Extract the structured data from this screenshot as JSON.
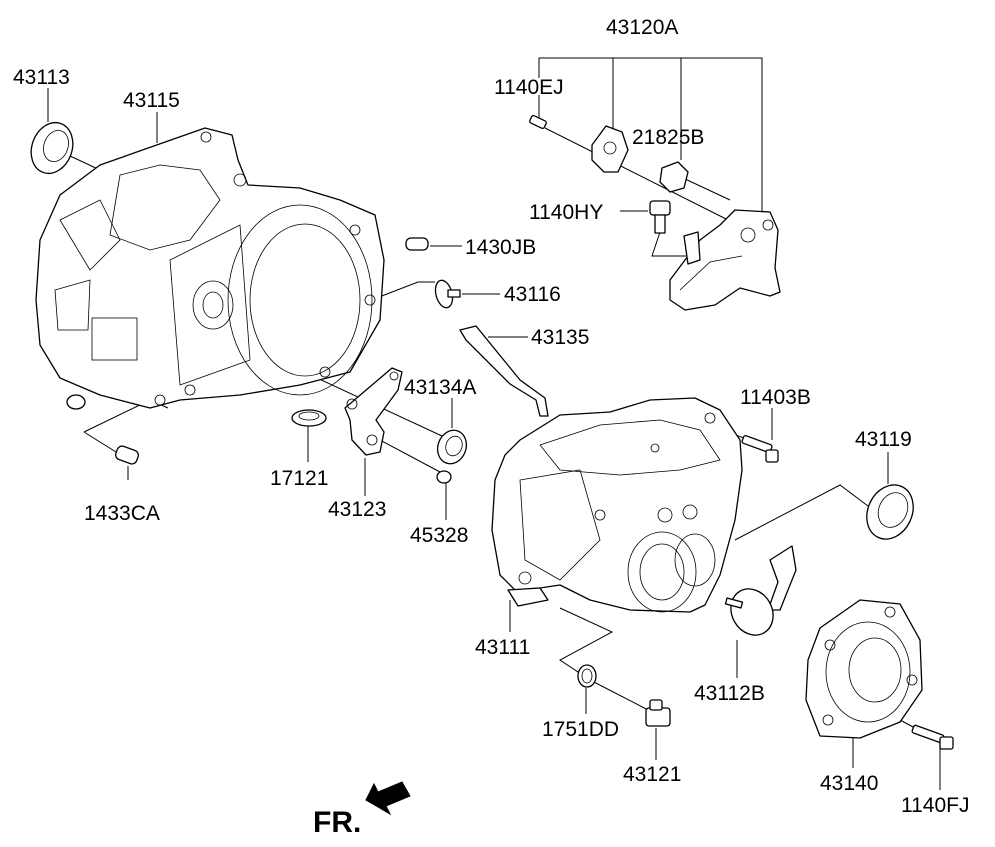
{
  "labels": {
    "p43120A": "43120A",
    "p1140EJ": "1140EJ",
    "p21825B": "21825B",
    "p1140HY": "1140HY",
    "p43113": "43113",
    "p43115": "43115",
    "p1430JB": "1430JB",
    "p43116": "43116",
    "p43135": "43135",
    "p43134A": "43134A",
    "p11403B": "11403B",
    "p43119": "43119",
    "p17121": "17121",
    "p1433CA": "1433CA",
    "p43123": "43123",
    "p45328": "45328",
    "p43111": "43111",
    "p43112B": "43112B",
    "p1751DD": "1751DD",
    "p43140": "43140",
    "p43121": "43121",
    "p1140FJ": "1140FJ"
  },
  "direction": {
    "label": "FR."
  },
  "icons": {
    "direction_arrow": "front-direction-arrow"
  }
}
